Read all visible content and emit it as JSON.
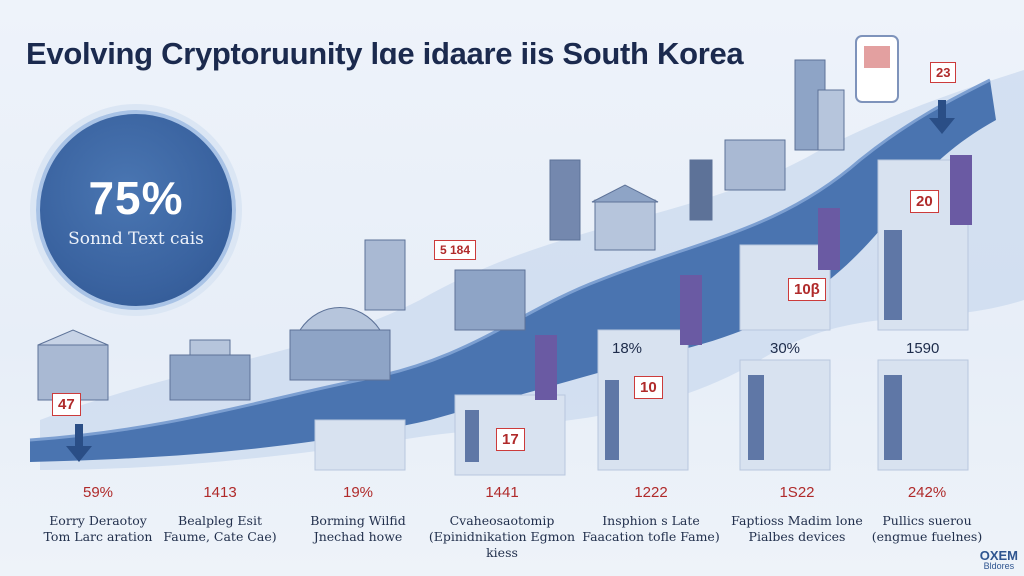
{
  "title": "Evolving Cryptoruunity lɑe idaare iis South Korea",
  "highlight": {
    "value": "75%",
    "caption": "Sonnd Text cais"
  },
  "card_labels": [
    "47",
    "5 184",
    "17",
    "10",
    "10β",
    "20",
    "23"
  ],
  "panel_percents": [
    "18%",
    "30%",
    "1590"
  ],
  "stats": [
    {
      "value": "59%",
      "line1": "Eorry Deraotoy",
      "line2": "Tom Larc aration"
    },
    {
      "value": "1413",
      "line1": "Bealpleg Esit",
      "line2": "Faume, Cate Cae)"
    },
    {
      "value": "19%",
      "line1": "Borming Wilfid",
      "line2": "Jnechad howe"
    },
    {
      "value": "1441",
      "line1": "Cvaheosaotomip",
      "line2": "(Epinidnikation Egmon kiess"
    },
    {
      "value": "1222",
      "line1": "Insphion s Late",
      "line2": "Faacation tofle Fame)"
    },
    {
      "value": "1S22",
      "line1": "Faptioss Madim lone",
      "line2": "Pialbes devices"
    },
    {
      "value": "242%",
      "line1": "Pullics suerou",
      "line2": "(engmue fuelnes)"
    }
  ],
  "logo": {
    "text": "OXEM",
    "sub": "Bldores"
  },
  "colors": {
    "primary": "#3a63a0",
    "accent": "#b02a2a",
    "wave": "#4a74b0"
  }
}
